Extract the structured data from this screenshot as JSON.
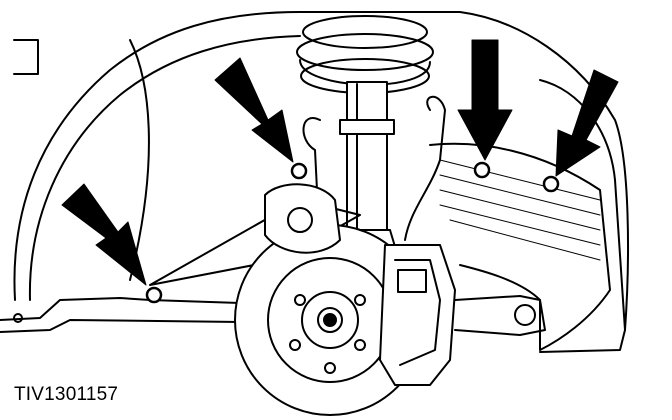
{
  "figure": {
    "reference_code": "TIV1301157"
  },
  "colors": {
    "ink": "#000000",
    "paper": "#ffffff"
  },
  "callouts": {
    "count": 4,
    "pointer_style": "solid-black-arrow",
    "marker_style": "bolt-head"
  }
}
